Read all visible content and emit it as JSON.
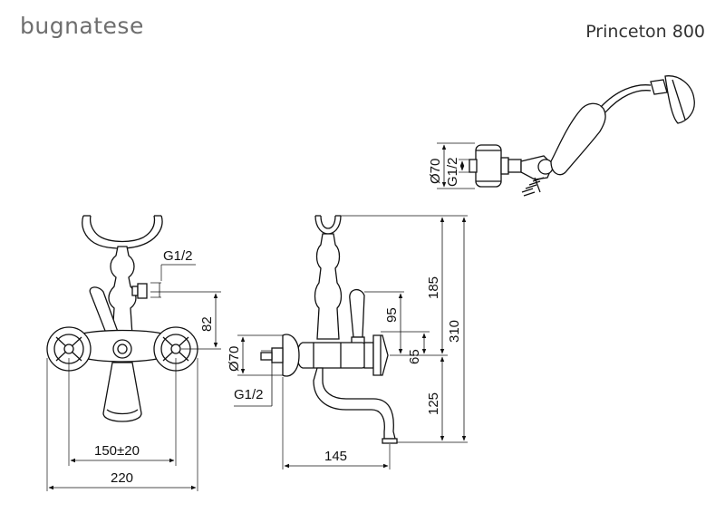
{
  "header": {
    "brand": "bugnatese",
    "model": "Princeton 800"
  },
  "dimensions": {
    "handshower_diameter": "Ø70",
    "handshower_thread": "G1/2",
    "front_thread": "G1/2",
    "front_height": "82",
    "front_spacing": "150±20",
    "front_width": "220",
    "side_diameter": "Ø70",
    "side_thread": "G1/2",
    "side_95": "95",
    "side_65": "65",
    "side_185": "185",
    "side_310": "310",
    "side_125": "125",
    "side_145": "145"
  }
}
